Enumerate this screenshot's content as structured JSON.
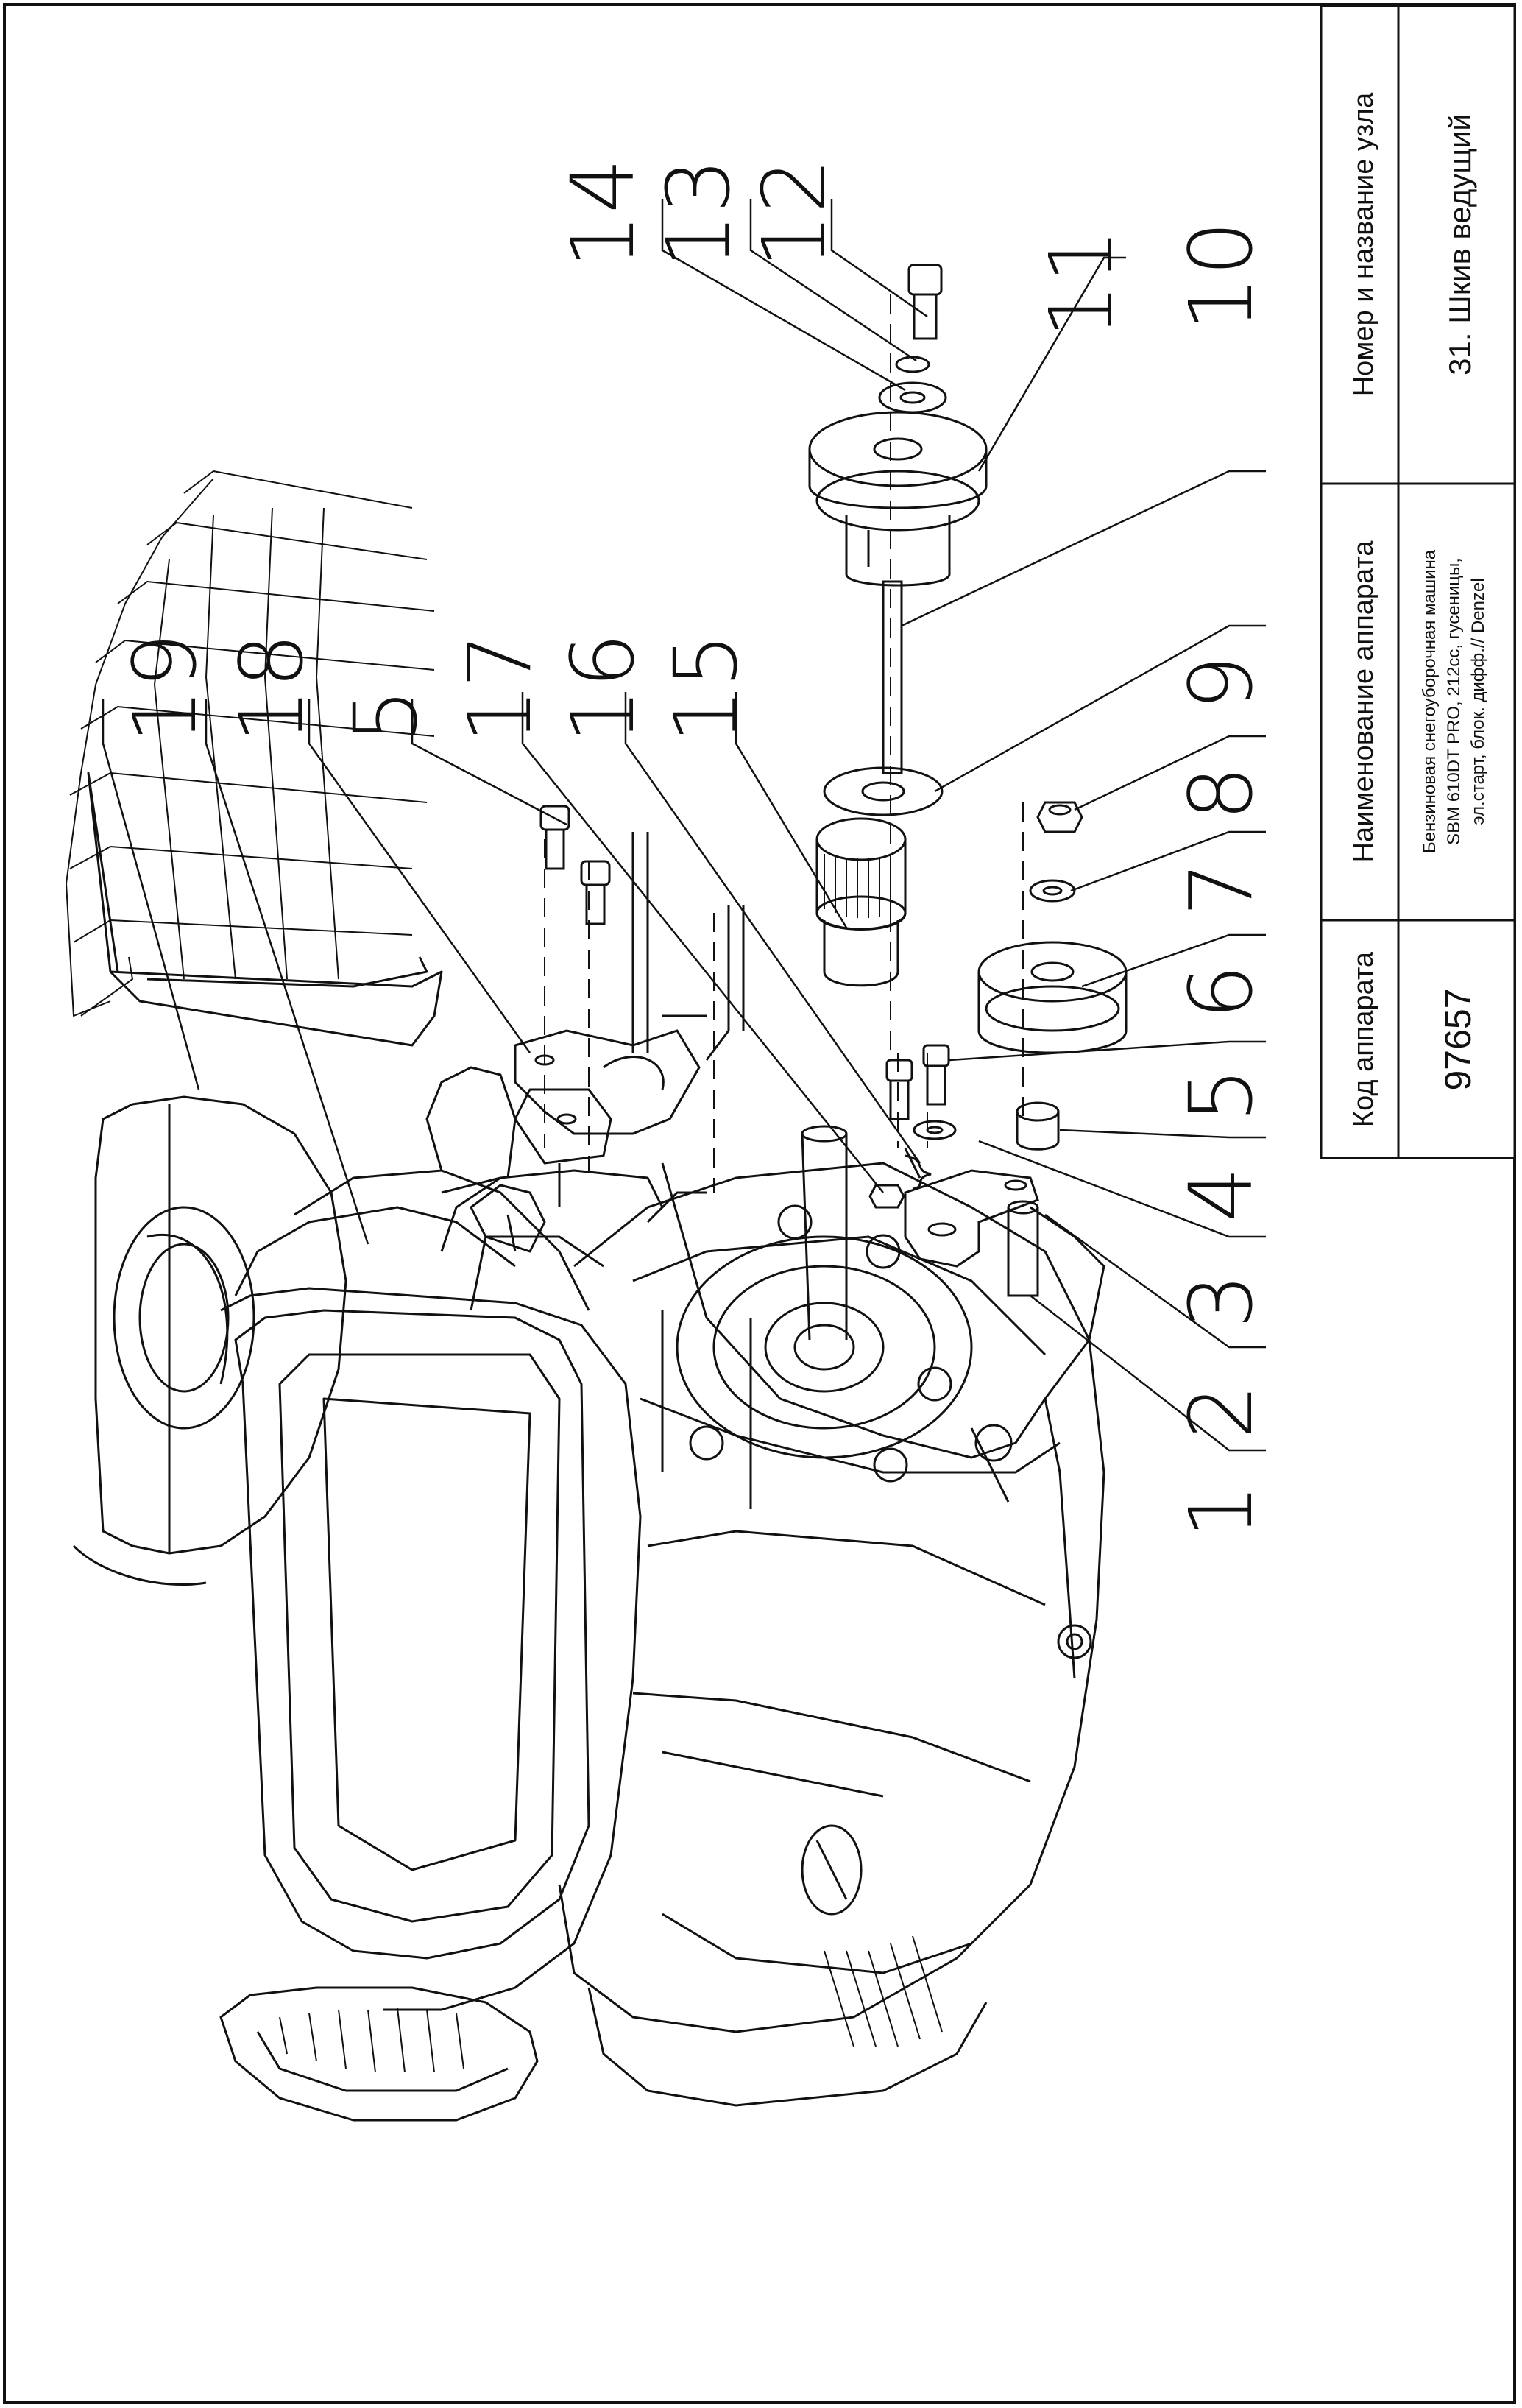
{
  "title_block": {
    "code_header": "Код аппарата",
    "code_value": "97657",
    "name_header": "Наименование аппарата",
    "name_lines": [
      "Бензиновая снегоуборочная машина",
      "SBM 610DT PRO, 212cc, гусеницы,",
      "эл.старт, блок. дифф.// Denzel"
    ],
    "node_header": "Номер и название узла",
    "node_value": "31. Шкив ведущий"
  },
  "callouts": [
    "1",
    "2",
    "3",
    "4",
    "5",
    "6",
    "7",
    "8",
    "9",
    "10",
    "11",
    "12",
    "13",
    "14",
    "15",
    "16",
    "17",
    "5",
    "18",
    "19"
  ]
}
